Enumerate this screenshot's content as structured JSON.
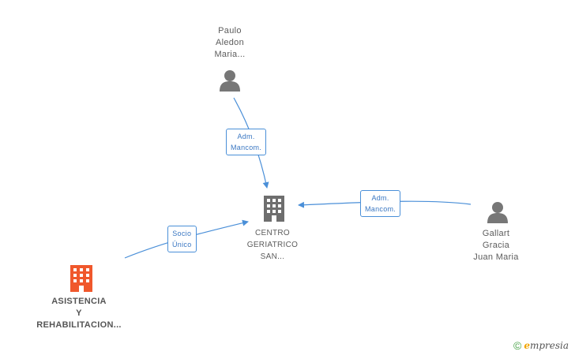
{
  "nodes": {
    "paulo": {
      "type": "person",
      "label_lines": [
        "Paulo",
        "Aledon",
        "Maria..."
      ]
    },
    "centro": {
      "type": "company",
      "label_lines": [
        "CENTRO",
        "GERIATRICO",
        "SAN..."
      ]
    },
    "gallart": {
      "type": "person",
      "label_lines": [
        "Gallart",
        "Gracia",
        "Juan Maria"
      ]
    },
    "asistencia": {
      "type": "company-highlight",
      "label_lines": [
        "ASISTENCIA",
        "Y",
        "REHABILITACION..."
      ]
    }
  },
  "edges": [
    {
      "from": "paulo",
      "to": "centro",
      "label_lines": [
        "Adm.",
        "Mancom."
      ]
    },
    {
      "from": "gallart",
      "to": "centro",
      "label_lines": [
        "Adm.",
        "Mancom."
      ]
    },
    {
      "from": "asistencia",
      "to": "centro",
      "label_lines": [
        "Socio",
        "Único"
      ]
    }
  ],
  "colors": {
    "edge": "#4a8fd8",
    "person_icon": "#777777",
    "company_icon": "#6e6e6e",
    "highlight_company_icon": "#f0582c",
    "brand_accent": "#f2a400",
    "copyright": "#4aa34a"
  },
  "icons": {
    "person": "person-silhouette-icon",
    "company": "building-icon"
  },
  "watermark": {
    "symbol": "©",
    "brand_first": "e",
    "brand_rest": "mpresia"
  }
}
